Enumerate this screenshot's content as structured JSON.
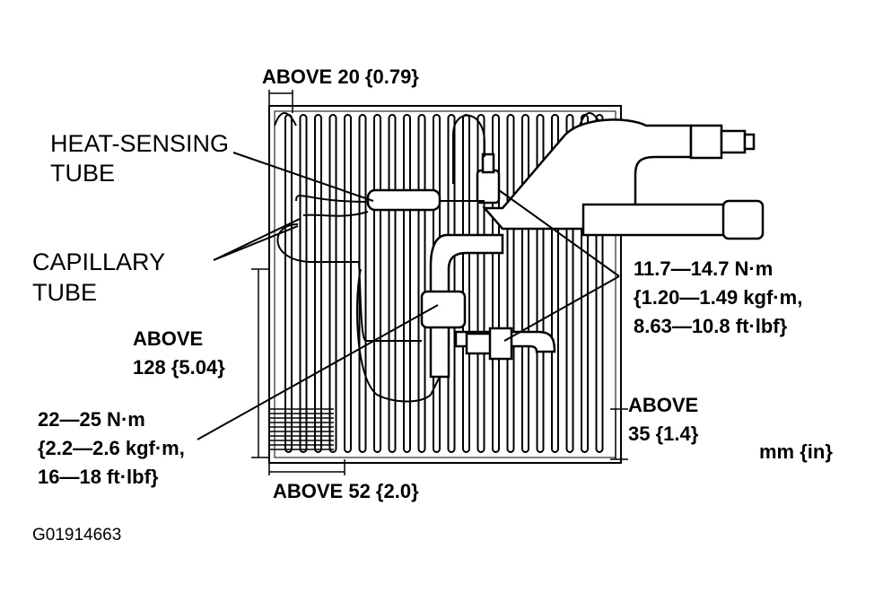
{
  "labels": {
    "above_20": "ABOVE 20 {0.79}",
    "heat_sensing_1": "HEAT-SENSING",
    "heat_sensing_2": "TUBE",
    "capillary_1": "CAPILLARY",
    "capillary_2": "TUBE",
    "torque_right_1": "11.7—14.7 N·m",
    "torque_right_2": "{1.20—1.49 kgf·m,",
    "torque_right_3": "8.63—10.8 ft·lbf}",
    "above_128_1": "ABOVE",
    "above_128_2": "128 {5.04}",
    "torque_left_1": "22—25 N·m",
    "torque_left_2": "{2.2—2.6 kgf·m,",
    "torque_left_3": "16—18 ft·lbf}",
    "above_35_1": "ABOVE",
    "above_35_2": "35 {1.4}",
    "units": "mm {in}",
    "above_52": "ABOVE 52 {2.0}",
    "figure_code": "G01914663"
  },
  "colors": {
    "ink": "#000000",
    "paper": "#ffffff"
  }
}
